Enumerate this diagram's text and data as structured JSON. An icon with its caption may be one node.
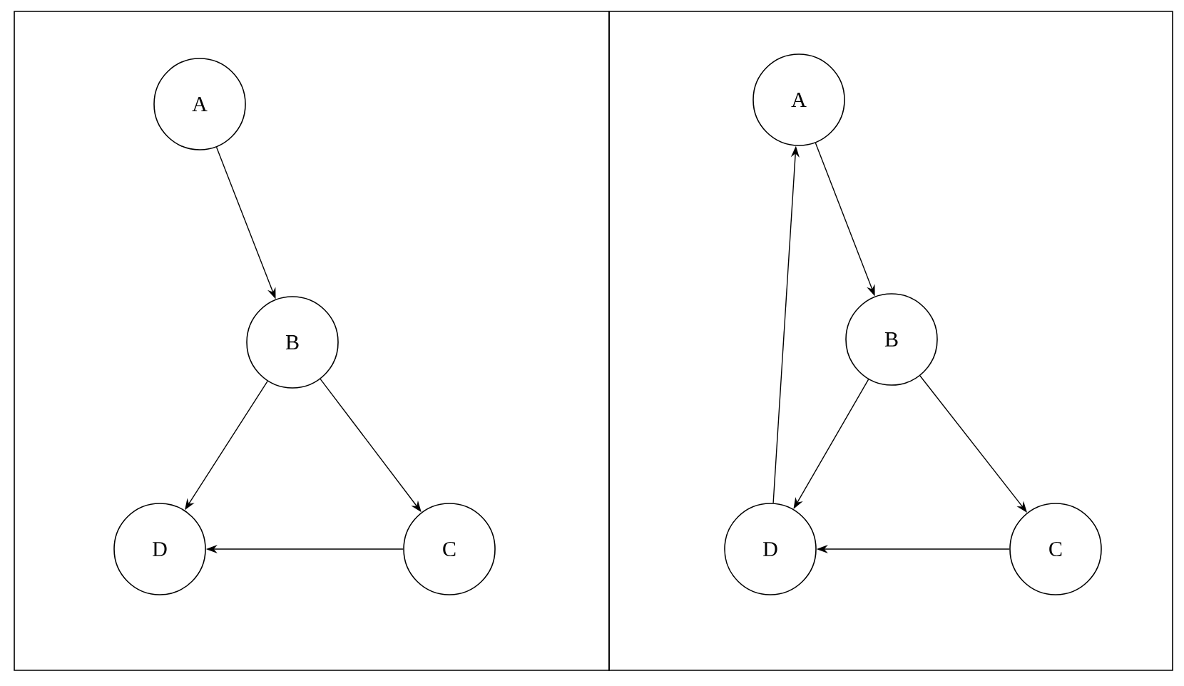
{
  "diagram": {
    "nodes": [
      {
        "text": [],
        "shape": "box"
      },
      {
        "text": [
          "A"
        ],
        "in": 0
      },
      {
        "text": [
          "B"
        ],
        "in": 0
      },
      {
        "text": [
          "D"
        ],
        "in": 0
      },
      {
        "text": [
          "C"
        ],
        "in": 0
      },
      {
        "text": [],
        "shape": "box"
      },
      {
        "text": [
          "A"
        ],
        "in": 5
      },
      {
        "text": [
          "B"
        ],
        "in": 5
      },
      {
        "text": [
          "D"
        ],
        "in": 5
      },
      {
        "text": [
          "C"
        ],
        "in": 5
      }
    ],
    "edges": [
      {
        "from": 1,
        "to": 2,
        "arrow": "to"
      },
      {
        "from": 2,
        "to": 3,
        "arrow": "to"
      },
      {
        "from": 2,
        "to": 4,
        "arrow": "to"
      },
      {
        "from": 4,
        "to": 3,
        "arrow": "to"
      },
      {
        "from": 6,
        "to": 7,
        "arrow": "to"
      },
      {
        "from": 7,
        "to": 8,
        "arrow": "to"
      },
      {
        "from": 7,
        "to": 9,
        "arrow": "to"
      },
      {
        "from": 9,
        "to": 8,
        "arrow": "to"
      },
      {
        "from": 8,
        "to": 6,
        "arrow": "to"
      }
    ]
  }
}
